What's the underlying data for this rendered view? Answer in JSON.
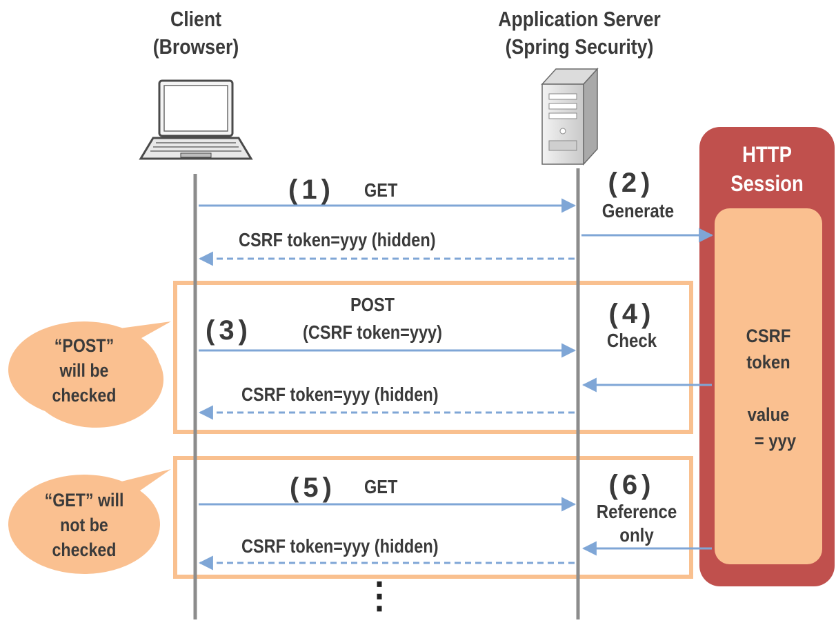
{
  "actors": {
    "client": {
      "title": "Client",
      "subtitle": "(Browser)"
    },
    "server": {
      "title": "Application Server",
      "subtitle": "(Spring Security)"
    }
  },
  "session": {
    "title_line1": "HTTP",
    "title_line2": "Session",
    "token_label_1": "CSRF",
    "token_label_2": "token",
    "value_label": "value",
    "value_eq": "= yyy"
  },
  "messages": {
    "m1": "GET",
    "m1_num": "(1)",
    "m2": "CSRF token=yyy (hidden)",
    "m3_line1": "POST",
    "m3_line2": "(CSRF token=yyy)",
    "m3_num": "(3)",
    "m4": "CSRF token=yyy (hidden)",
    "m5": "GET",
    "m5_num": "(5)",
    "m6": "CSRF token=yyy (hidden)"
  },
  "steps": {
    "s2_num": "(2)",
    "s2_label": "Generate",
    "s4_num": "(4)",
    "s4_label": "Check",
    "s6_num": "(6)",
    "s6_label1": "Reference",
    "s6_label2": "only"
  },
  "bubbles": {
    "post": {
      "line1": "“POST”",
      "line2": "will be",
      "line3": "checked"
    },
    "get": {
      "line1": "“GET” will",
      "line2": "not be",
      "line3": "checked"
    }
  },
  "continuation": "⋮",
  "colors": {
    "lifeline": "#8c8c8c",
    "arrow": "#7fa6d6",
    "session_red": "#c0504d",
    "session_inner": "#fac090",
    "box_orange": "#f9c08f",
    "bubble": "#fac090"
  }
}
